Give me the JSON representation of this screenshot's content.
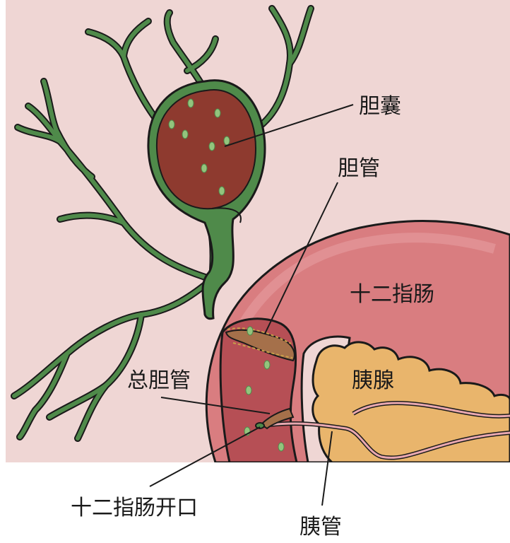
{
  "labels": {
    "gallbladder": "胆囊",
    "bile_duct": "胆管",
    "duodenum": "十二指肠",
    "common_bile_duct": "总胆管",
    "pancreas": "胰腺",
    "duodenal_opening": "十二指肠开口",
    "pancreatic_duct": "胰管"
  },
  "colors": {
    "background": "#efd6d4",
    "bile_duct_green": "#4f8a4a",
    "gallbladder_lumen": "#8e3a2f",
    "duodenum": "#d97d80",
    "pancreas": "#e9b56c",
    "outline": "#1a1a1a"
  }
}
